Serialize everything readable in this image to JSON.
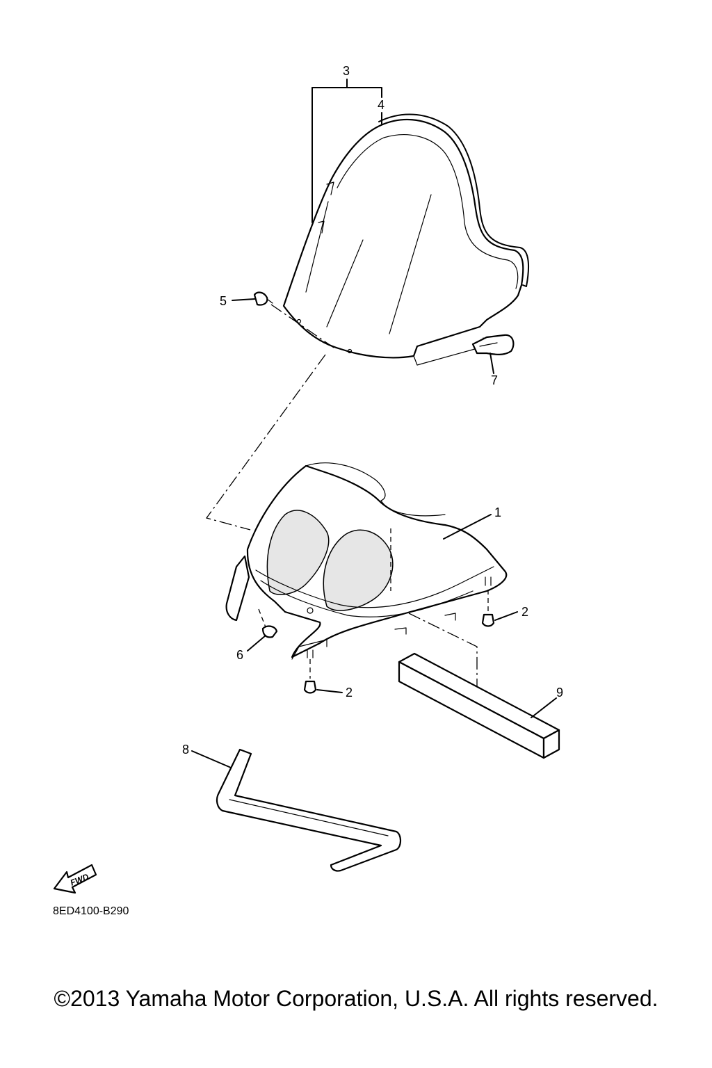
{
  "callouts": {
    "c1": "1",
    "c2a": "2",
    "c2b": "2",
    "c3": "3",
    "c4": "4",
    "c5": "5",
    "c6": "6",
    "c7": "7",
    "c8": "8",
    "c9": "9"
  },
  "fwd_label": "FWD",
  "diagram_code": "8ED4100-B290",
  "copyright": "©2013 Yamaha Motor Corporation, U.S.A. All rights reserved."
}
